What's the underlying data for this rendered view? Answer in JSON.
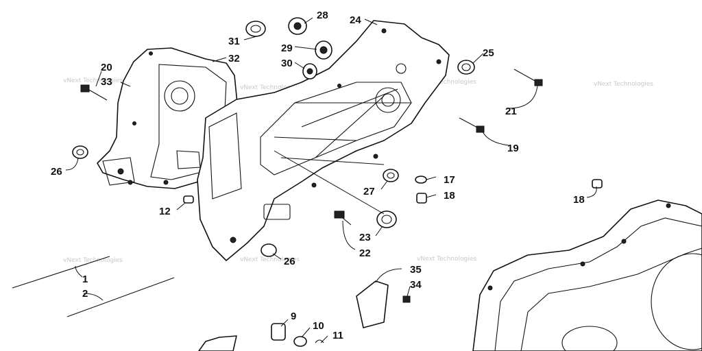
{
  "watermark": "vNext Technologies",
  "callouts": {
    "c1": "1",
    "c2": "2",
    "c9": "9",
    "c10": "10",
    "c11": "11",
    "c12": "12",
    "c17": "17",
    "c18a": "18",
    "c18b": "18",
    "c19": "19",
    "c20": "20",
    "c21": "21",
    "c22": "22",
    "c23": "23",
    "c24": "24",
    "c25": "25",
    "c26a": "26",
    "c26b": "26",
    "c27": "27",
    "c28": "28",
    "c29": "29",
    "c30": "30",
    "c31": "31",
    "c32": "32",
    "c33": "33",
    "c34": "34",
    "c35": "35"
  }
}
